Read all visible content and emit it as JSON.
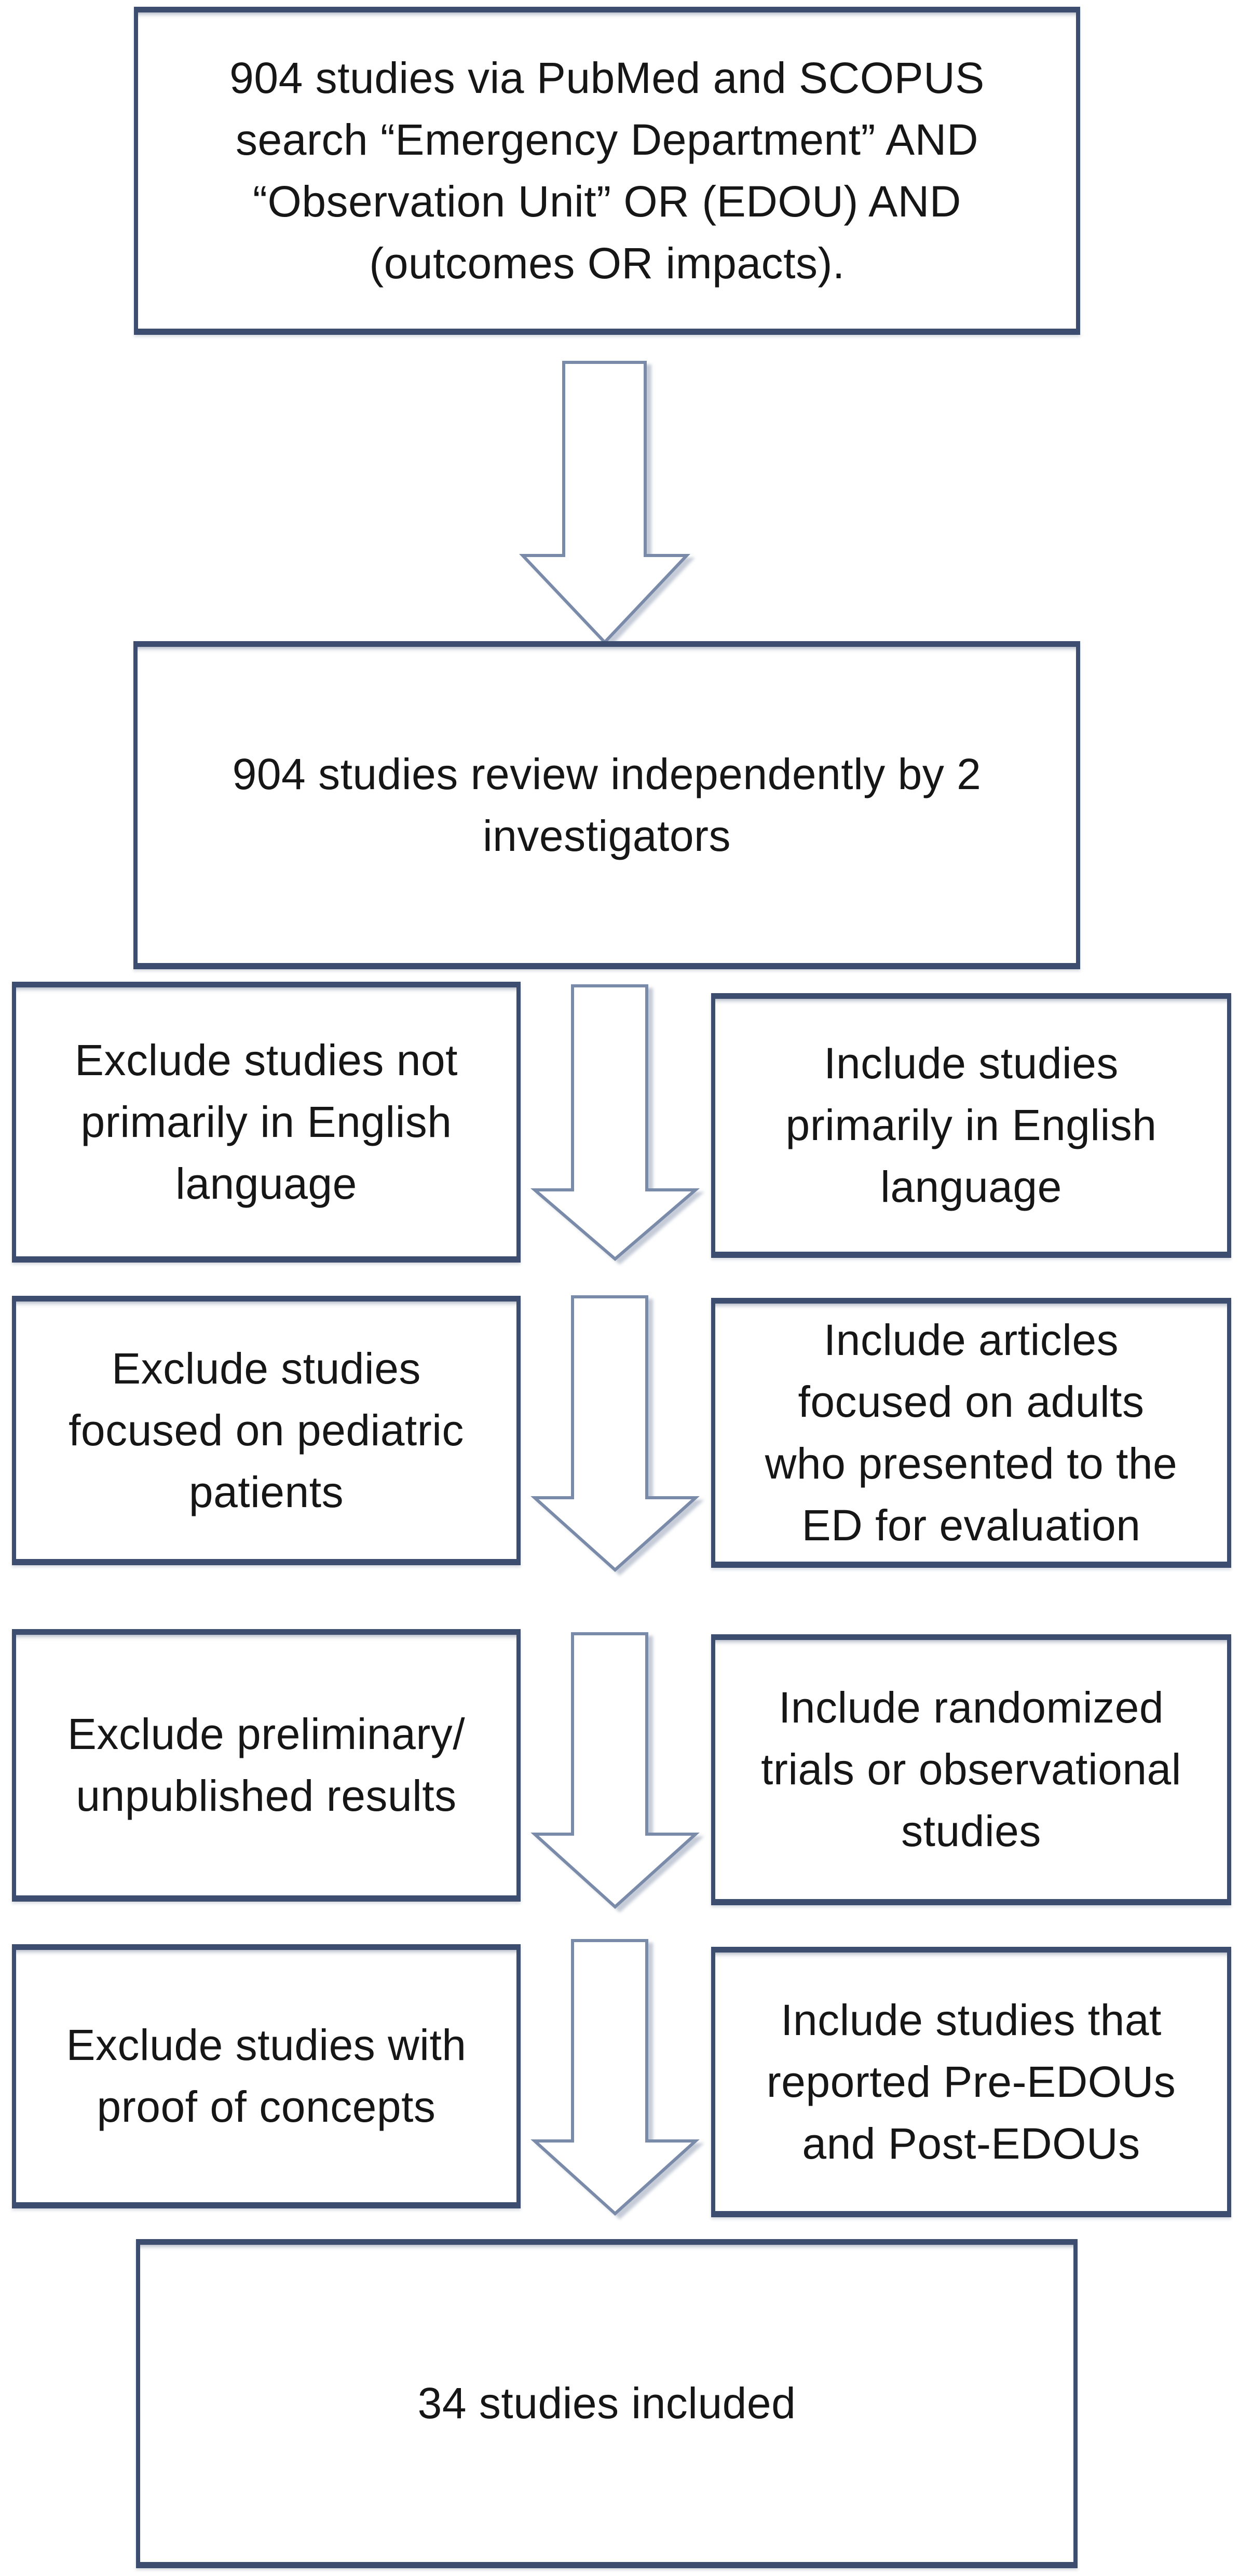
{
  "diagram": {
    "background": "#ffffff",
    "colors": {
      "box_border": "#3d4d6f",
      "arrow_outline": "#7a8aa9",
      "text": "#161616"
    },
    "icons": {
      "down_arrow": "block-arrow-down-outline"
    },
    "source_box": "904 studies via PubMed and SCOPUS\nsearch “Emergency Department” AND\n“Observation Unit” OR (EDOU) AND\n(outcomes OR impacts).",
    "review_box": "904 studies review independently by 2\ninvestigators",
    "rows": [
      {
        "exclude": "Exclude studies not\nprimarily in English\nlanguage",
        "include": "Include studies\nprimarily in English\nlanguage"
      },
      {
        "exclude": "Exclude studies\nfocused on pediatric\npatients",
        "include": "Include articles\nfocused on adults\nwho presented to the\nED for evaluation"
      },
      {
        "exclude": "Exclude preliminary/\nunpublished results",
        "include": "Include randomized\ntrials or observational\nstudies"
      },
      {
        "exclude": "Exclude studies with\nproof of concepts",
        "include": "Include studies that\nreported Pre-EDOUs\nand Post-EDOUs"
      }
    ],
    "result_box": "34 studies included"
  }
}
